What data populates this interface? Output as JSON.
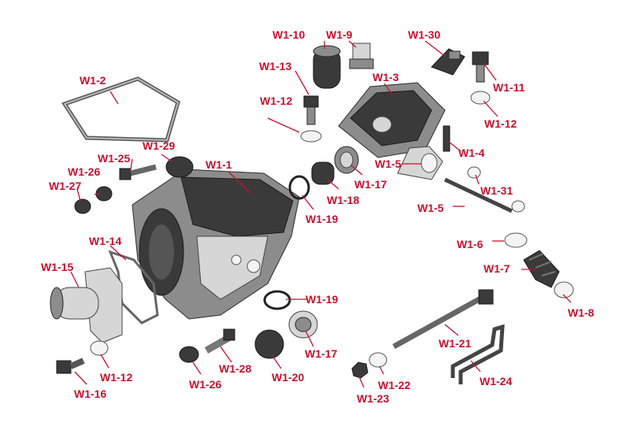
{
  "labels": {
    "w1_1": "W1-1",
    "w1_2": "W1-2",
    "w1_3": "W1-3",
    "w1_4": "W1-4",
    "w1_5a": "W1-5",
    "w1_5b": "W1-5",
    "w1_6": "W1-6",
    "w1_7": "W1-7",
    "w1_8": "W1-8",
    "w1_9": "W1-9",
    "w1_10": "W1-10",
    "w1_11": "W1-11",
    "w1_12a": "W1-12",
    "w1_12b": "W1-12",
    "w1_12c": "W1-12",
    "w1_13": "W1-13",
    "w1_14": "W1-14",
    "w1_15": "W1-15",
    "w1_16": "W1-16",
    "w1_17a": "W1-17",
    "w1_17b": "W1-17",
    "w1_18": "W1-18",
    "w1_19a": "W1-19",
    "w1_19b": "W1-19",
    "w1_20": "W1-20",
    "w1_21": "W1-21",
    "w1_22": "W1-22",
    "w1_23": "W1-23",
    "w1_24": "W1-24",
    "w1_25": "W1-25",
    "w1_26a": "W1-26",
    "w1_26b": "W1-26",
    "w1_27": "W1-27",
    "w1_28": "W1-28",
    "w1_29": "W1-29",
    "w1_30": "W1-30",
    "w1_31": "W1-31"
  },
  "colors": {
    "label": "#c8102e",
    "part": "#3a3a3a"
  }
}
